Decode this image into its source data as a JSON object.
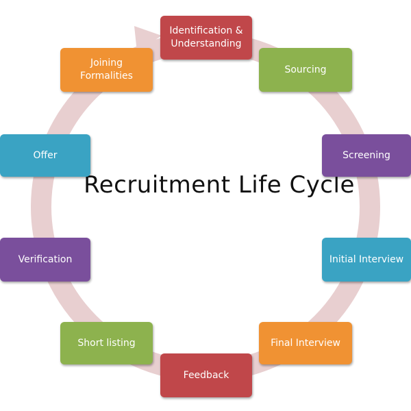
{
  "diagram": {
    "title": "Recruitment Life Cycle",
    "ring_color": "#e8cfd0",
    "stages": [
      {
        "id": "identification",
        "label": "Identification &\nUnderstanding",
        "color": "#c0474a"
      },
      {
        "id": "sourcing",
        "label": "Sourcing",
        "color": "#8db24e"
      },
      {
        "id": "screening",
        "label": "Screening",
        "color": "#7a4f9c"
      },
      {
        "id": "initial",
        "label": "Initial Interview",
        "color": "#3aa3c3"
      },
      {
        "id": "final",
        "label": "Final Interview",
        "color": "#f09233"
      },
      {
        "id": "feedback",
        "label": "Feedback",
        "color": "#c0474a"
      },
      {
        "id": "shortlisting",
        "label": "Short listing",
        "color": "#8db24e"
      },
      {
        "id": "verification",
        "label": "Verification",
        "color": "#7a4f9c"
      },
      {
        "id": "offer",
        "label": "Offer",
        "color": "#3aa3c3"
      },
      {
        "id": "joining",
        "label": "Joining\nFormalities",
        "color": "#f09233"
      }
    ]
  }
}
